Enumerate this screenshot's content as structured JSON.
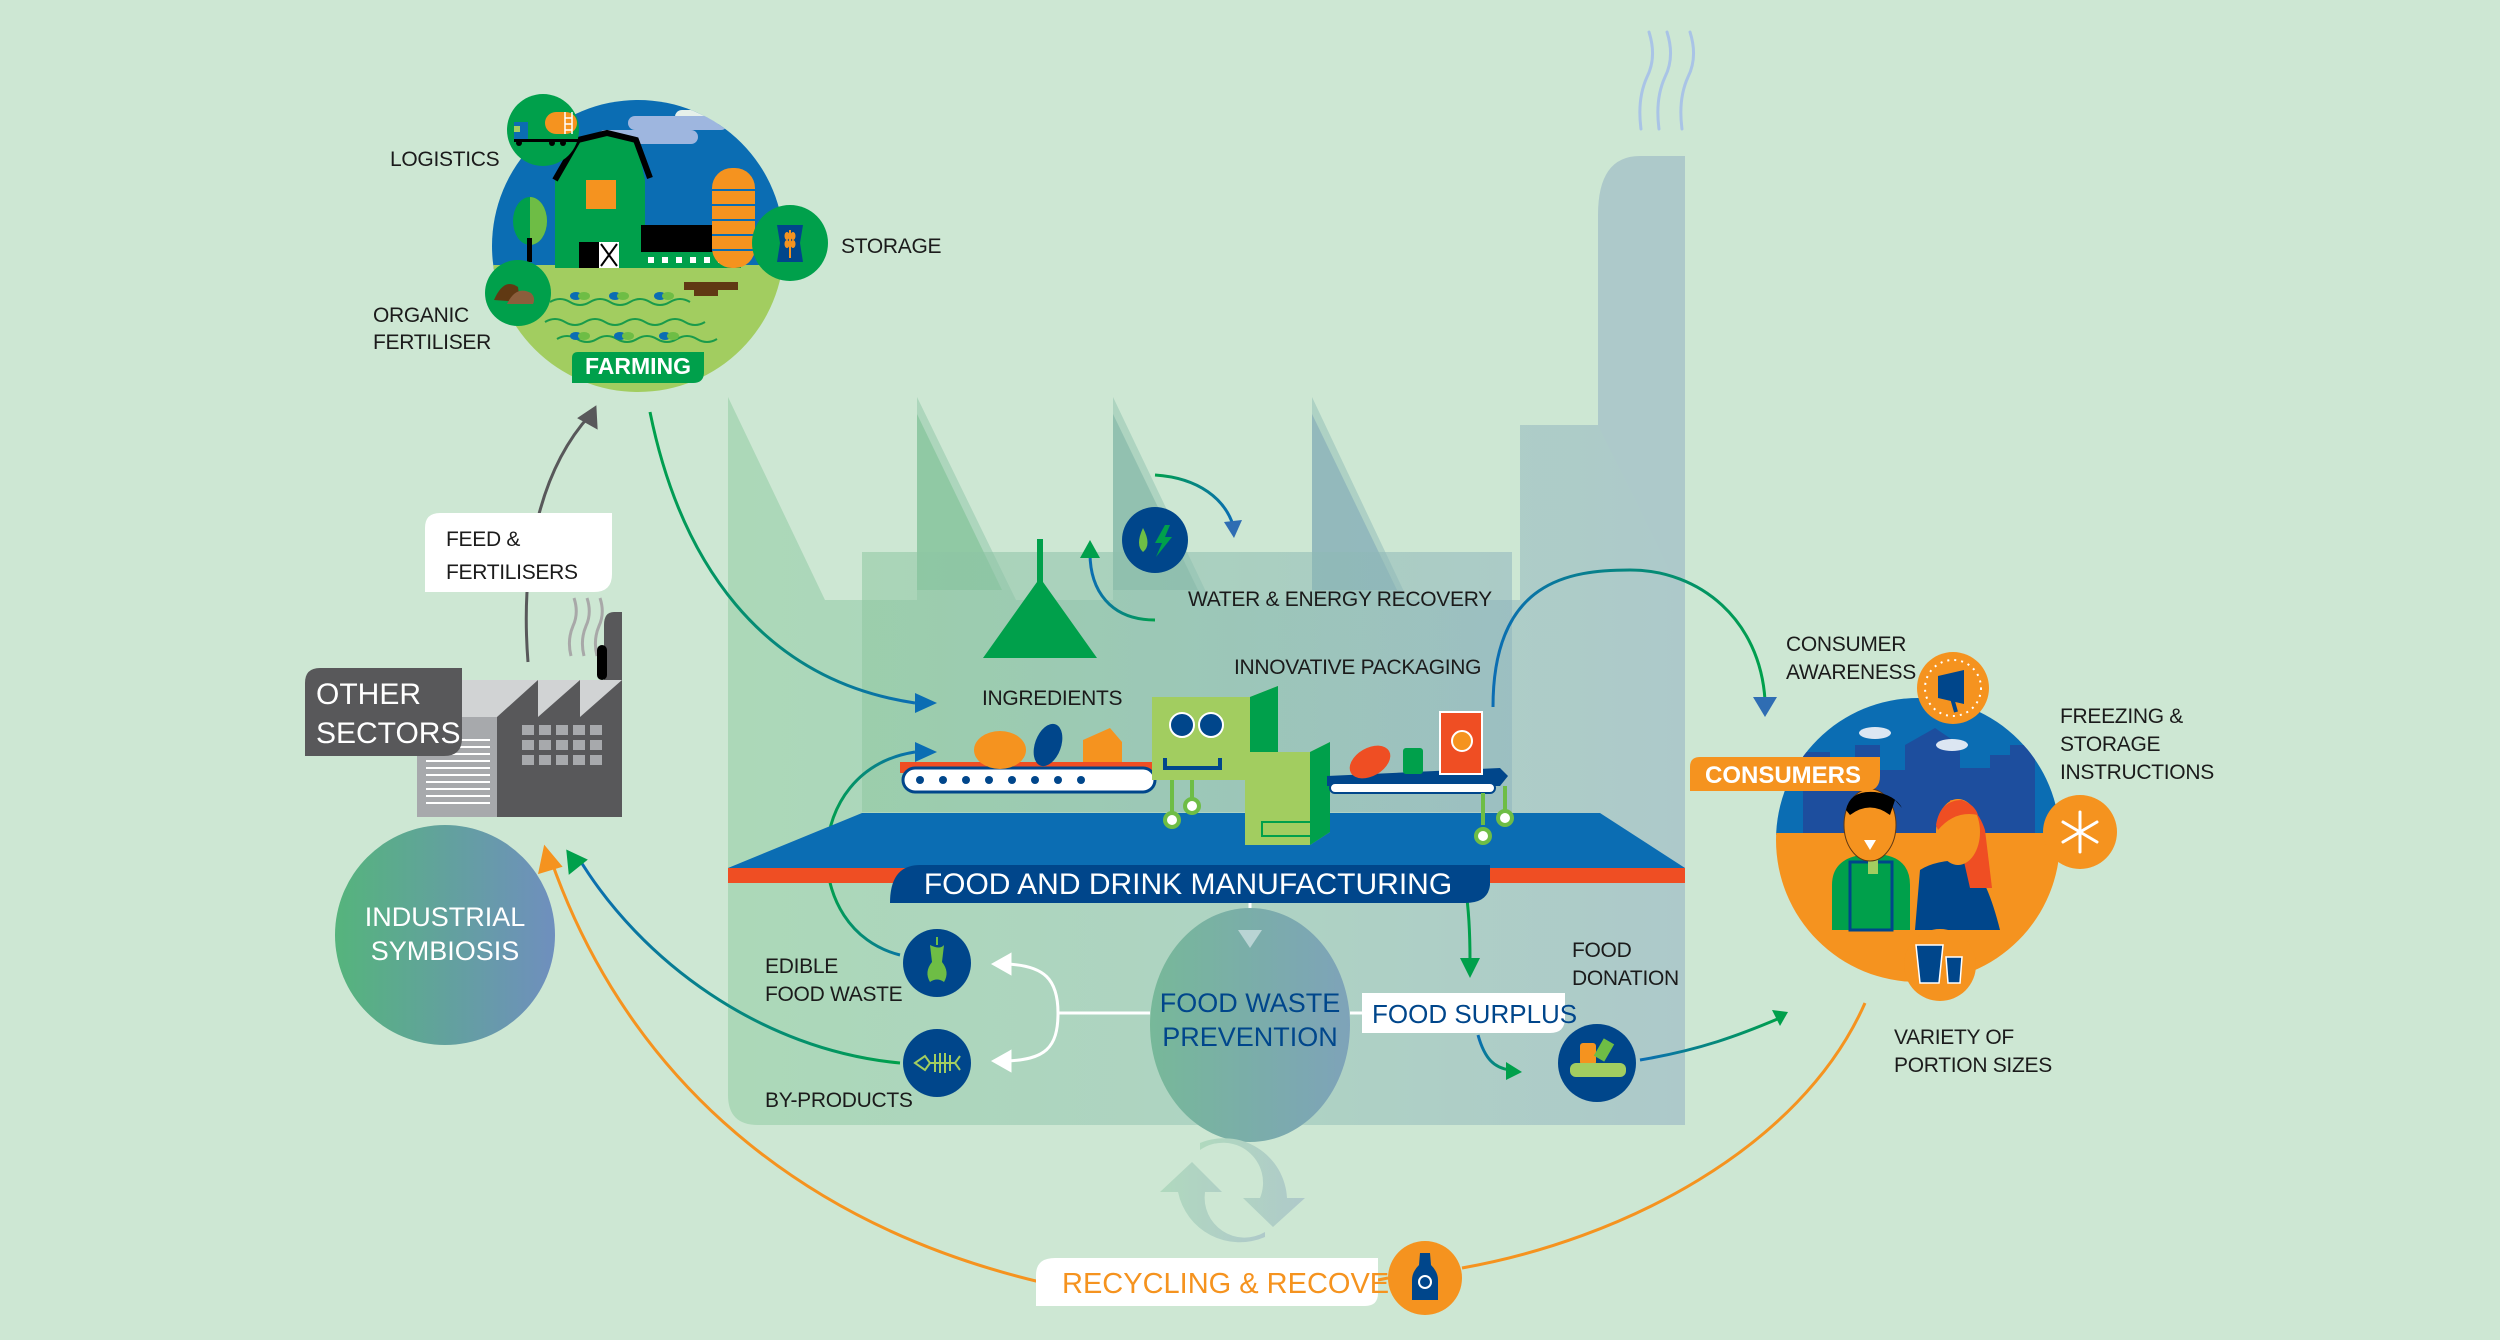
{
  "title": "Food and drink manufacturing circular economy",
  "colors": {
    "background": "#cde7d3",
    "green": "#00a04b",
    "blue": "#0b6db3",
    "navy": "#00468b",
    "orange": "#f5931f",
    "red_orange": "#ef4e23",
    "grey_dark": "#58585a",
    "chimney": "#adc9ca"
  },
  "farming": {
    "title": "FARMING",
    "logistics_label": "LOGISTICS",
    "storage_label": "STORAGE",
    "organic_fertiliser_label": [
      "ORGANIC",
      "FERTILISER"
    ],
    "icons": [
      "truck-icon",
      "grain-sack-icon",
      "manure-pile-icon"
    ]
  },
  "other_sectors": {
    "title": [
      "OTHER",
      "SECTORS"
    ],
    "feed_label": [
      "FEED &",
      "FERTILISERS"
    ],
    "symbiosis_label": [
      "INDUSTRIAL",
      "SYMBIOSIS"
    ]
  },
  "manufacturing": {
    "title": "FOOD AND DRINK MANUFACTURING",
    "water_energy_label": "WATER & ENERGY RECOVERY",
    "ingredients_label": "INGREDIENTS",
    "packaging_label": "INNOVATIVE PACKAGING",
    "edible_waste_label": [
      "EDIBLE",
      "FOOD WASTE"
    ],
    "by_products_label": "BY-PRODUCTS",
    "prevention_label": [
      "FOOD WASTE",
      "PREVENTION"
    ],
    "surplus_label": "FOOD SURPLUS",
    "donation_label": [
      "FOOD",
      "DONATION"
    ]
  },
  "consumers": {
    "title": "CONSUMERS",
    "awareness_label": [
      "CONSUMER",
      "AWARENESS"
    ],
    "freezing_label": [
      "FREEZING &",
      "STORAGE",
      "INSTRUCTIONS"
    ],
    "portion_label": [
      "VARIETY OF",
      "PORTION SIZES"
    ]
  },
  "recycling": {
    "title": "RECYCLING & RECOVERY"
  }
}
